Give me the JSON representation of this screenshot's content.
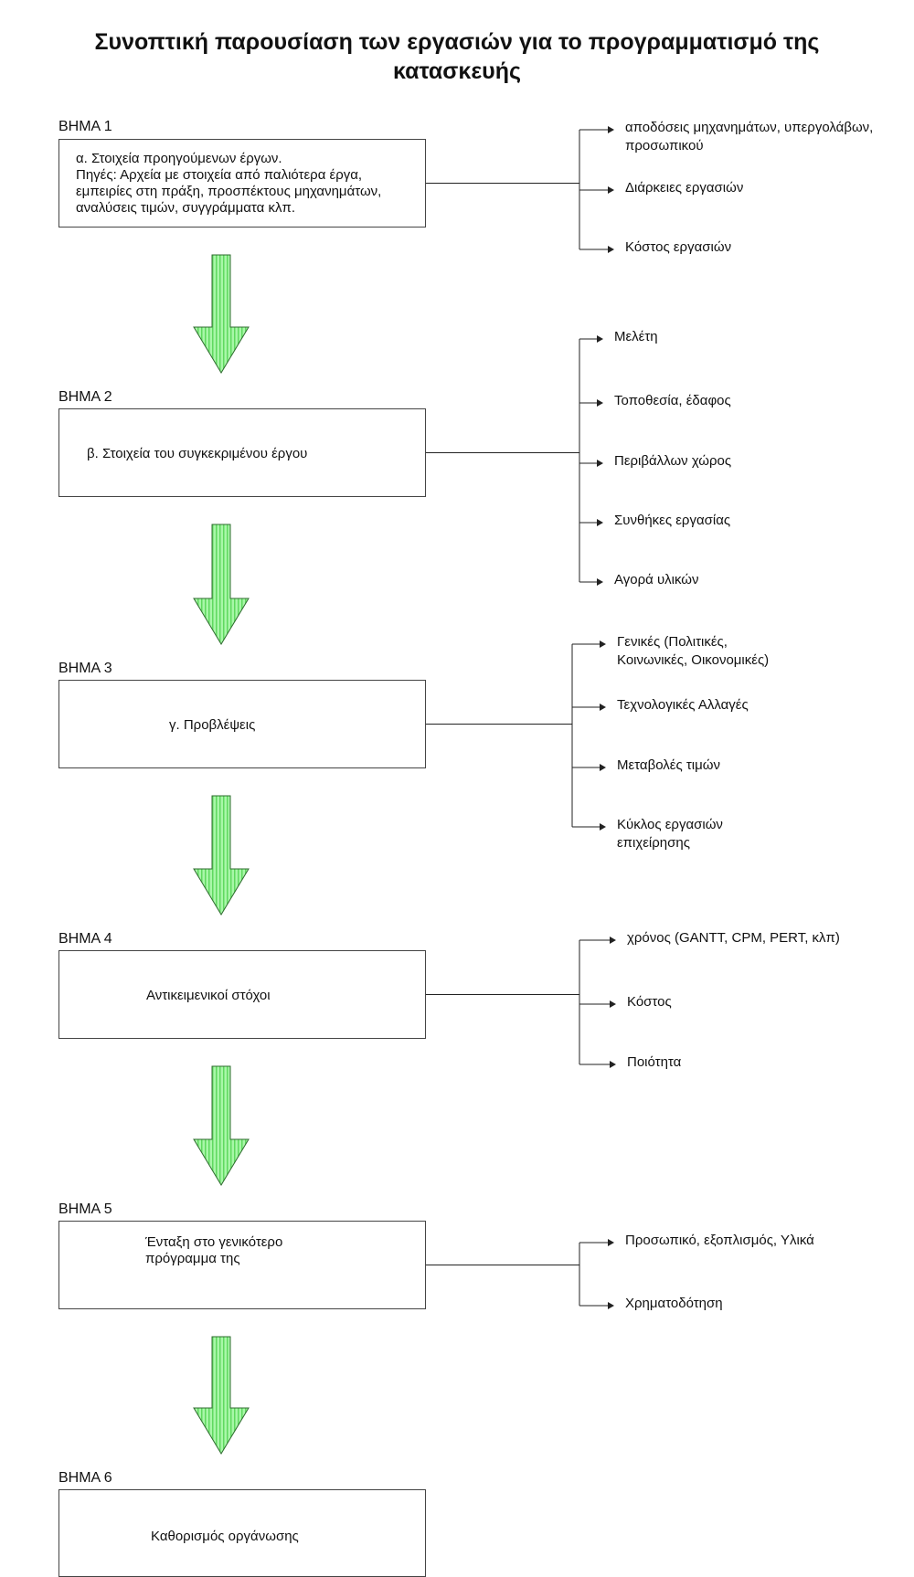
{
  "title": [
    "Συνοπτική παρουσίαση των εργασιών για το προγραμματισμό της",
    "κατασκευής"
  ],
  "steps": [
    {
      "label": "ΒΗΜΑ 1",
      "box": [
        "α. Στοιχεία προηγούμενων έργων.",
        "Πηγές: Αρχεία με στοιχεία από παλιότερα έργα,",
        "εμπειρίες στη πράξη, προσπέκτους μηχανημάτων,",
        "αναλύσεις τιμών, συγγράμματα κλπ."
      ],
      "branches": [
        [
          "αποδόσεις μηχανημάτων, υπεργολάβων,",
          "προσωπικού"
        ],
        [
          "Διάρκειες εργασιών"
        ],
        [
          "Κόστος εργασιών"
        ]
      ]
    },
    {
      "label": "ΒΗΜΑ 2",
      "box": [
        "β. Στοιχεία του συγκεκριμένου έργου"
      ],
      "branches": [
        [
          "Μελέτη"
        ],
        [
          "Τοποθεσία, έδαφος"
        ],
        [
          "Περιβάλλων χώρος"
        ],
        [
          "Συνθήκες εργασίας"
        ],
        [
          "Αγορά υλικών"
        ]
      ]
    },
    {
      "label": "ΒΗΜΑ 3",
      "box": [
        "γ. Προβλέψεις"
      ],
      "branches": [
        [
          "Γενικές (Πολιτικές,",
          "Κοινωνικές, Οικονομικές)"
        ],
        [
          "Τεχνολογικές Αλλαγές"
        ],
        [
          "Μεταβολές τιμών"
        ],
        [
          "Κύκλος εργασιών",
          "επιχείρησης"
        ]
      ]
    },
    {
      "label": "ΒΗΜΑ 4",
      "box": [
        "Αντικειμενικοί στόχοι"
      ],
      "branches": [
        [
          "χρόνος (GANTT, CPM, PERT,  κλπ)"
        ],
        [
          "Κόστος"
        ],
        [
          "Ποιότητα"
        ]
      ]
    },
    {
      "label": "ΒΗΜΑ 5",
      "box": [
        "Ένταξη στο γενικότερο",
        "πρόγραμμα της"
      ],
      "branches": [
        [
          "Προσωπικό, εξοπλισμός, Υλικά"
        ],
        [
          "Χρηματοδότηση"
        ]
      ]
    },
    {
      "label": "ΒΗΜΑ 6",
      "box": [
        "Καθορισμός οργάνωσης"
      ],
      "branches": []
    }
  ],
  "colors": {
    "arrow_fill": "#8ef08e",
    "arrow_stroke": "#2e6b2e",
    "line": "#222222"
  }
}
